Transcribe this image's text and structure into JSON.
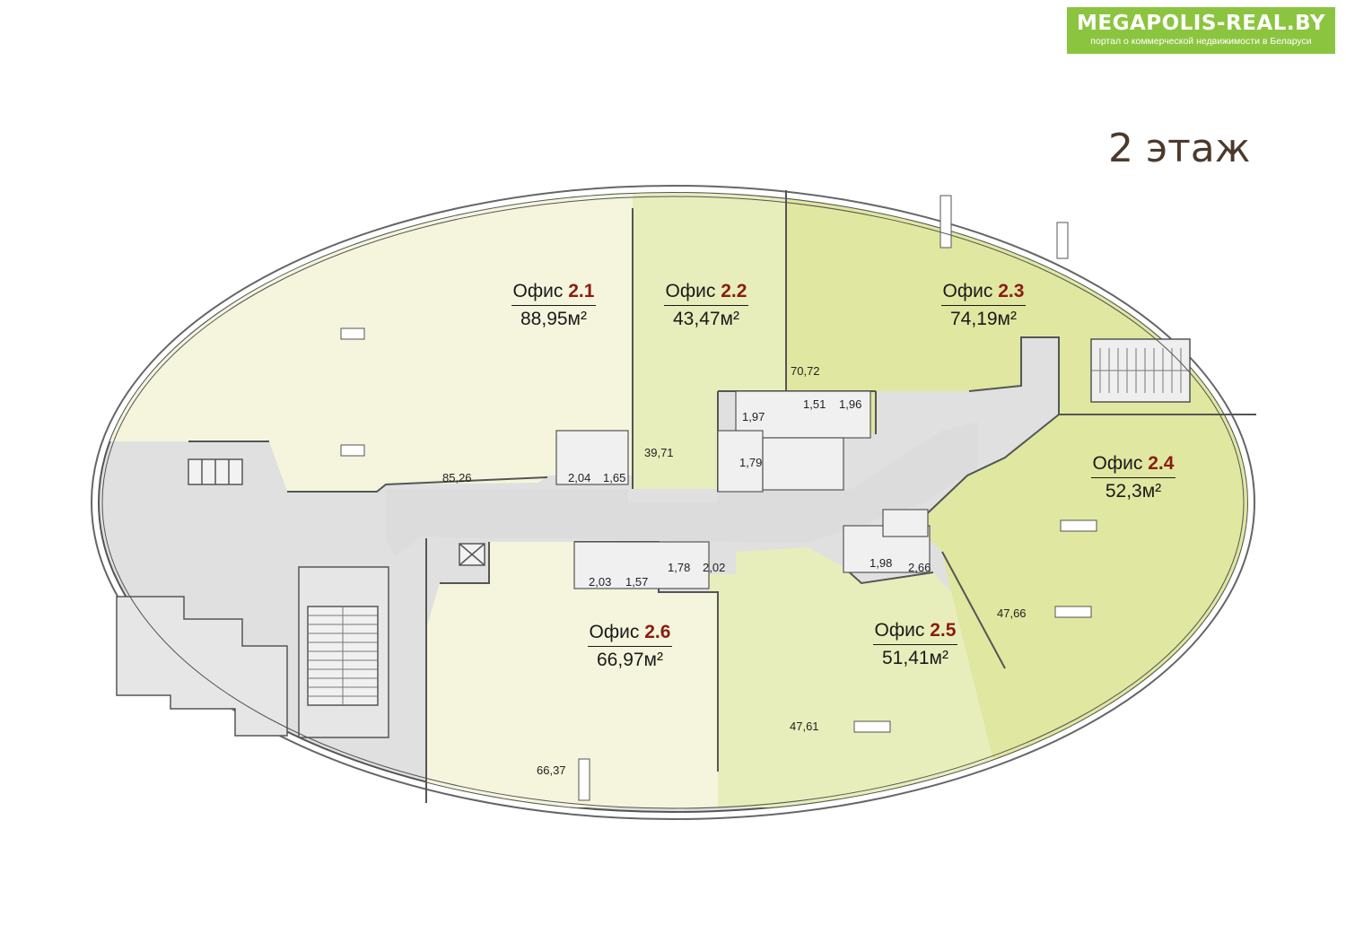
{
  "logo": {
    "title": "MEGAPOLIS-REAL.BY",
    "subtitle": "портал о коммерческой недвижимости в Беларуси",
    "background": "#8bc53f"
  },
  "floor": {
    "title": "2 этаж"
  },
  "colors": {
    "office_light": "#f4f5dc",
    "office_mid": "#e8eebb",
    "office_dark": "#e0e7a0",
    "common": "#e0e0e0",
    "wall": "#555555",
    "number": "#8a1c12"
  },
  "offices": [
    {
      "id": "2.1",
      "word": "Офис",
      "number": "2.1",
      "area": "88,95м²"
    },
    {
      "id": "2.2",
      "word": "Офис",
      "number": "2.2",
      "area": "43,47м²"
    },
    {
      "id": "2.3",
      "word": "Офис",
      "number": "2.3",
      "area": "74,19м²"
    },
    {
      "id": "2.4",
      "word": "Офис",
      "number": "2.4",
      "area": "52,3м²"
    },
    {
      "id": "2.5",
      "word": "Офис",
      "number": "2.5",
      "area": "51,41м²"
    },
    {
      "id": "2.6",
      "word": "Офис",
      "number": "2.6",
      "area": "66,97м²"
    }
  ],
  "dimensions": [
    "70,72",
    "1,51",
    "1,96",
    "1,97",
    "1,79",
    "39,71",
    "85,26",
    "2,04",
    "1,65",
    "1,78",
    "2,02",
    "2,03",
    "1,57",
    "1,98",
    "2,66",
    "47,66",
    "47,61",
    "66,37"
  ]
}
